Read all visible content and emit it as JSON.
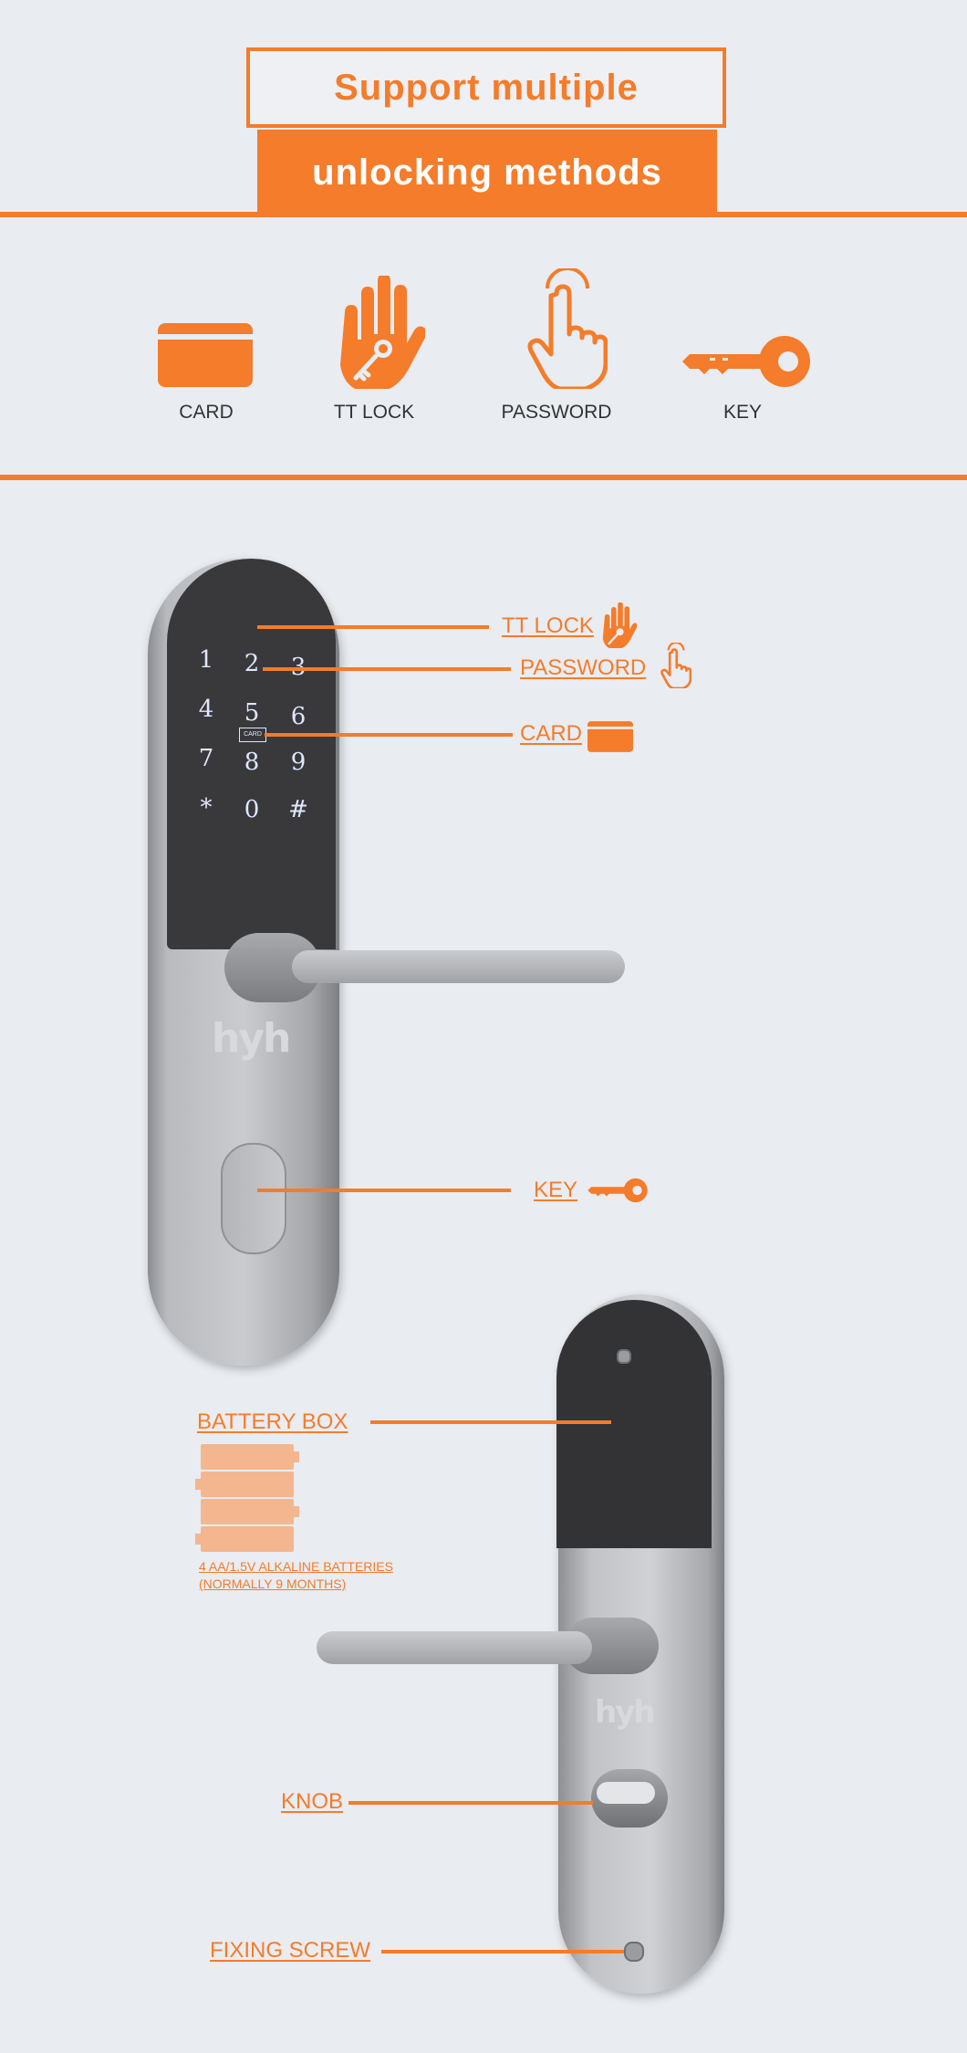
{
  "header": {
    "line1": "Support multiple",
    "line2": "unlocking methods"
  },
  "methods": [
    {
      "label": "CARD",
      "icon": "card-icon"
    },
    {
      "label": "TT LOCK",
      "icon": "palm-key-icon"
    },
    {
      "label": "PASSWORD",
      "icon": "finger-touch-icon"
    },
    {
      "label": "KEY",
      "icon": "key-icon"
    }
  ],
  "lock_front": {
    "keys": [
      "1",
      "2",
      "3",
      "4",
      "5",
      "6",
      "7",
      "8",
      "9",
      "*",
      "0",
      "#"
    ],
    "card_mark": "CARD",
    "logo": "hyh",
    "callouts": {
      "ttlock": "TT LOCK",
      "password": "PASSWORD",
      "card": "CARD",
      "key": "KEY"
    }
  },
  "lock_back": {
    "logo": "hyh",
    "callouts": {
      "battery_box": "BATTERY BOX",
      "battery_note_1": "4 AA/1.5V ALKALINE BATTERIES",
      "battery_note_2": "(NORMALLY 9 MONTHS)",
      "knob": "KNOB",
      "fixing_screw": "FIXING SCREW"
    }
  },
  "colors": {
    "accent": "#f47c2a",
    "background": "#e9ecf1",
    "panel": "#39393b"
  }
}
